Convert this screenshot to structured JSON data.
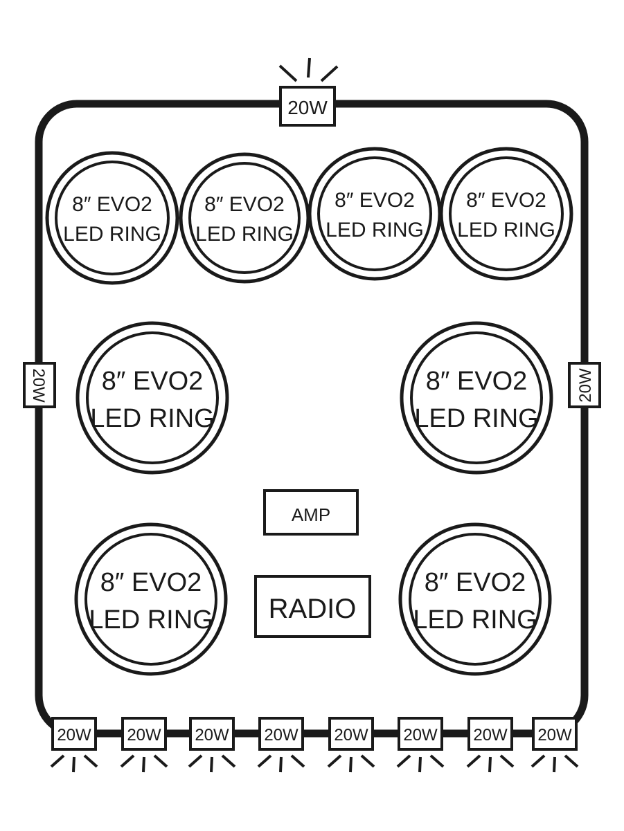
{
  "diagram": {
    "speaker_line1": "8″ EVO2",
    "speaker_line2": "LED RING",
    "light_label": "20W",
    "amp_label": "AMP",
    "radio_label": "RADIO",
    "speaker_count": 8,
    "light_count": 11
  }
}
